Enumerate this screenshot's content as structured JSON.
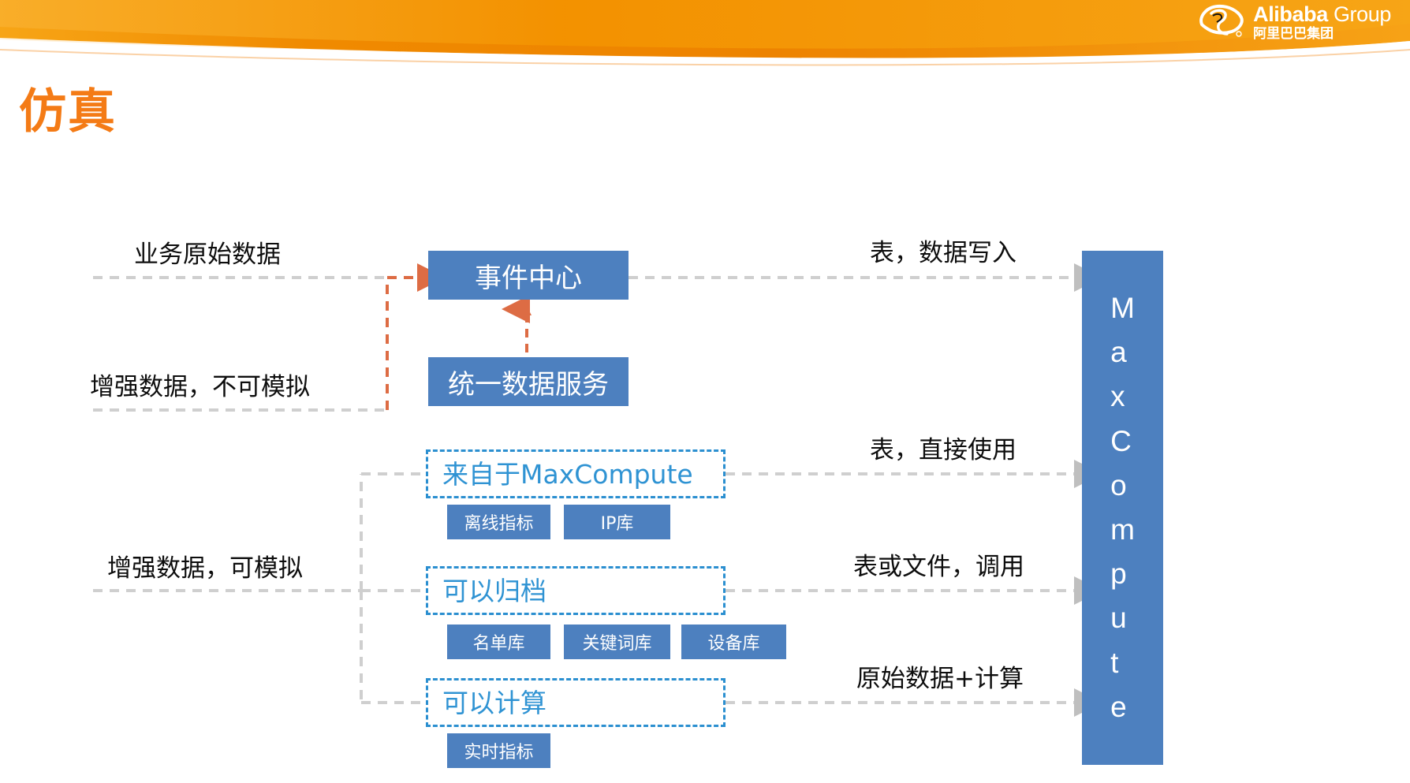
{
  "header": {
    "brand_line1_bold": "Alibaba",
    "brand_line1_rest": " Group",
    "brand_line2": "阿里巴巴集团",
    "banner_color": "#F39200",
    "banner_color_dark": "#E87E04"
  },
  "title": "仿真",
  "title_color": "#F47B16",
  "colors": {
    "box_blue": "#4d80bf",
    "dashed_blue": "#2b8fd0",
    "dashed_text_blue": "#2f93d3",
    "gray_line": "#cfcfcf",
    "orange_line": "#DD6C44"
  },
  "left_labels": [
    {
      "id": "biz-raw-data",
      "text": "业务原始数据"
    },
    {
      "id": "enhanced-not-simulable",
      "text": "增强数据，不可模拟"
    },
    {
      "id": "enhanced-simulable",
      "text": "增强数据，可模拟"
    }
  ],
  "right_labels": [
    {
      "id": "table-data-write",
      "text": "表，数据写入"
    },
    {
      "id": "table-direct-use",
      "text": "表，直接使用"
    },
    {
      "id": "table-or-file-call",
      "text": "表或文件，调用"
    },
    {
      "id": "raw-data-plus-compute",
      "text": "原始数据+计算"
    }
  ],
  "solid_boxes": [
    {
      "id": "event-center",
      "text": "事件中心"
    },
    {
      "id": "unified-data-service",
      "text": "统一数据服务"
    }
  ],
  "dashed_boxes": [
    {
      "id": "from-maxcompute",
      "text": "来自于MaxCompute"
    },
    {
      "id": "can-archive",
      "text": "可以归档"
    },
    {
      "id": "can-compute",
      "text": "可以计算"
    }
  ],
  "small_boxes": {
    "row1": [
      {
        "id": "offline-metrics",
        "text": "离线指标"
      },
      {
        "id": "ip-library",
        "text": "IP库"
      }
    ],
    "row2": [
      {
        "id": "name-list-library",
        "text": "名单库"
      },
      {
        "id": "keyword-library",
        "text": "关键词库"
      },
      {
        "id": "device-library",
        "text": "设备库"
      }
    ],
    "row3": [
      {
        "id": "realtime-metrics",
        "text": "实时指标"
      }
    ]
  },
  "maxcompute_bar": {
    "id": "maxcompute",
    "text": "MaxCompute",
    "letters": [
      "M",
      "a",
      "x",
      "C",
      "o",
      "m",
      "p",
      "u",
      "t",
      "e"
    ]
  }
}
